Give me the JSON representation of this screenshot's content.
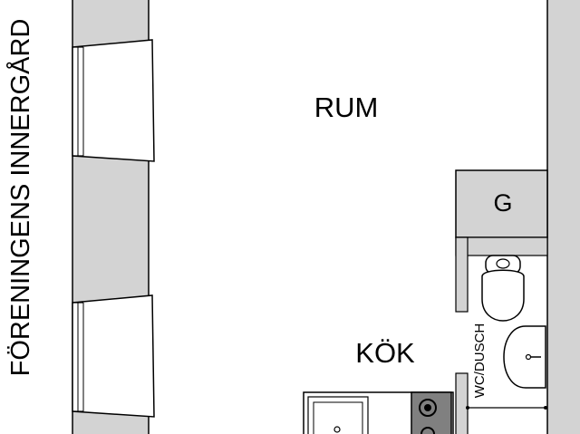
{
  "labels": {
    "courtyard": "FÖRENINGENS INNERGÅRD",
    "room": "RUM",
    "kitchen": "KÖK",
    "closet": "G",
    "bathroom": "WC/DUSCH"
  },
  "colors": {
    "wall": "#d3d3d3",
    "stroke": "#000000",
    "background": "#ffffff"
  }
}
